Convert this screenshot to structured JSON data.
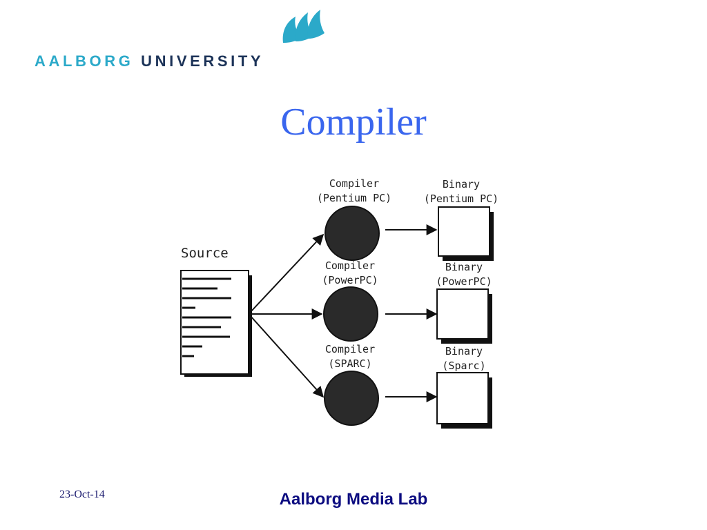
{
  "logo": {
    "name_part1": "AALBORG",
    "name_part2": "UNIVERSITY",
    "colors": {
      "primary": "#2ba9c9",
      "secondary": "#1c3358"
    }
  },
  "slide": {
    "title": "Compiler",
    "title_color": "#3a66ee"
  },
  "diagram": {
    "source_label": "Source",
    "compilers": [
      {
        "line1": "Compiler",
        "line2": "(Pentium PC)"
      },
      {
        "line1": "Compiler",
        "line2": "(PowerPC)"
      },
      {
        "line1": "Compiler",
        "line2": "(SPARC)"
      }
    ],
    "binaries": [
      {
        "line1": "Binary",
        "line2": "(Pentium PC)"
      },
      {
        "line1": "Binary",
        "line2": "(PowerPC)"
      },
      {
        "line1": "Binary",
        "line2": "(Sparc)"
      }
    ]
  },
  "footer": {
    "date": "23-Oct-14",
    "lab": "Aalborg Media Lab",
    "lab_color": "#0c0c80"
  }
}
